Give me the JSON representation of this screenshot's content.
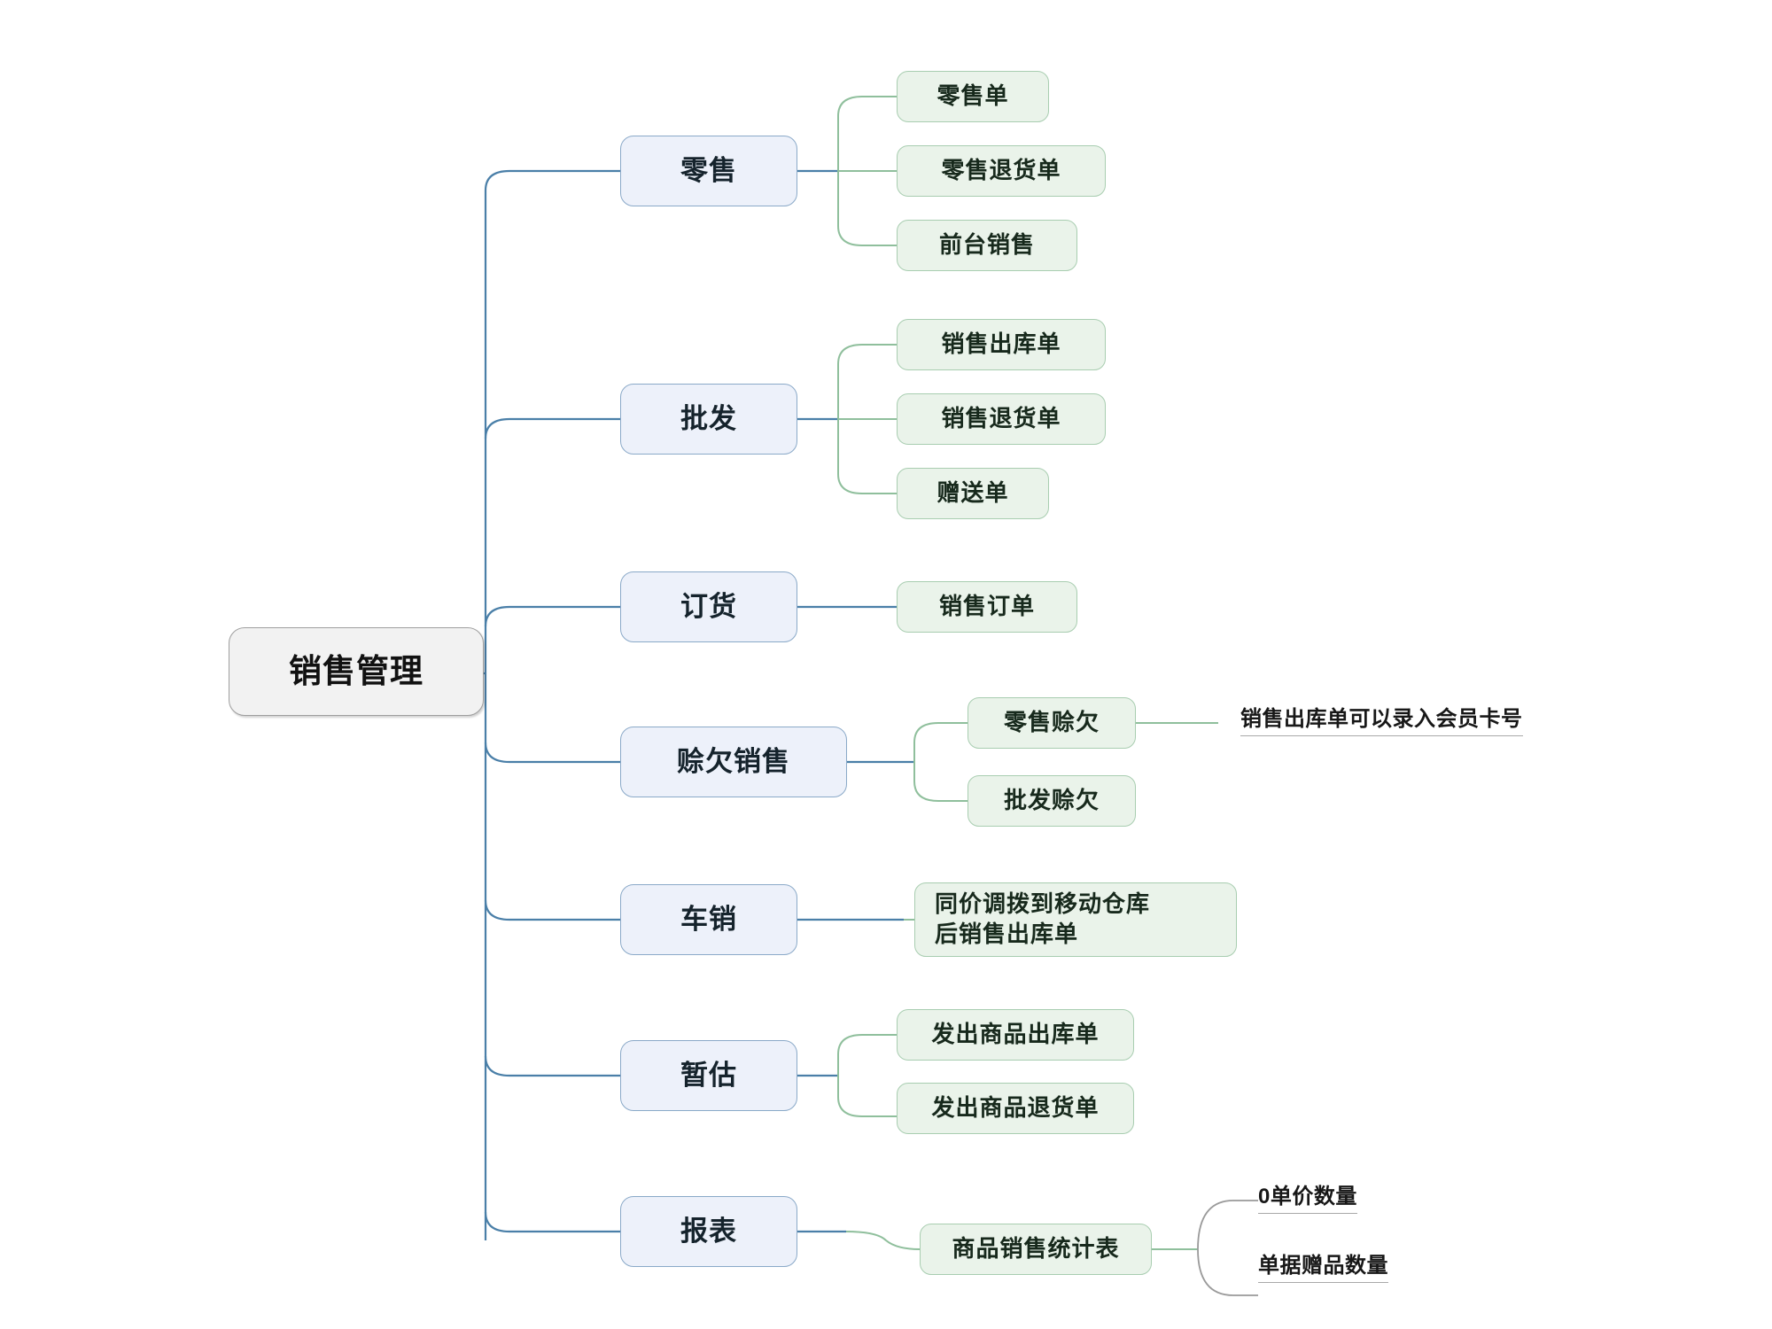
{
  "diagram": {
    "title": "销售管理",
    "type": "mindmap",
    "colors": {
      "root_fill": "#f2f2f2",
      "root_border": "#9e9e9e",
      "branch_fill": "#edf1fa",
      "branch_border": "#8aa9c8",
      "leaf_fill": "#eaf3ea",
      "leaf_border": "#a8cdb0",
      "link_blue": "#4a7fa8",
      "link_green": "#8fbf9c",
      "link_gray": "#9a9a9a",
      "note_underline": "#a9a9a9"
    }
  },
  "root": {
    "label": "销售管理"
  },
  "branches": [
    {
      "label": "零售",
      "children": [
        {
          "label": "零售单"
        },
        {
          "label": "零售退货单"
        },
        {
          "label": "前台销售"
        }
      ]
    },
    {
      "label": "批发",
      "children": [
        {
          "label": "销售出库单"
        },
        {
          "label": "销售退货单"
        },
        {
          "label": "赠送单"
        }
      ]
    },
    {
      "label": "订货",
      "children": [
        {
          "label": "销售订单"
        }
      ]
    },
    {
      "label": "赊欠销售",
      "children": [
        {
          "label": "零售赊欠"
        },
        {
          "label": "批发赊欠"
        }
      ]
    },
    {
      "label": "车销",
      "children": [
        {
          "label": "同价调拨到移动仓库\n后销售出库单"
        }
      ]
    },
    {
      "label": "暂估",
      "children": [
        {
          "label": "发出商品出库单"
        },
        {
          "label": "发出商品退货单"
        }
      ]
    },
    {
      "label": "报表",
      "children": [
        {
          "label": "商品销售统计表"
        }
      ]
    }
  ],
  "notes": [
    {
      "label": "销售出库单可以录入会员卡号"
    },
    {
      "label": "0单价数量"
    },
    {
      "label": "单据赠品数量"
    }
  ]
}
